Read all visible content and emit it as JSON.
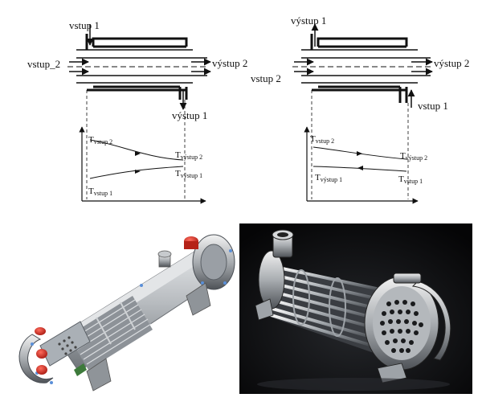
{
  "labels": {
    "left": {
      "vstup1": "vstup 1",
      "vstup2": "vstup_2",
      "vystup2": "výstup 2",
      "vystup1": "výstup 1"
    },
    "right": {
      "vystup1": "výstup 1",
      "vstup2": "vstup 2",
      "vystup2": "výstup 2",
      "vstup1": "vstup 1"
    }
  },
  "graphs": {
    "left": {
      "t_in2": {
        "sym": "T",
        "sub": "vstup 2"
      },
      "t_out2": {
        "sym": "T",
        "sub": "výstup 2"
      },
      "t_out1": {
        "sym": "T",
        "sub": "výstup 1"
      },
      "t_in1": {
        "sym": "T",
        "sub": "vstup 1"
      }
    },
    "right": {
      "t_in2": {
        "sym": "T",
        "sub": "vstup 2"
      },
      "t_out2": {
        "sym": "T",
        "sub": "výstup 2"
      },
      "t_out1": {
        "sym": "T",
        "sub": "výstup 1"
      },
      "t_in1": {
        "sym": "T",
        "sub": "vstup 1"
      }
    }
  },
  "colors": {
    "ink": "#111111",
    "photo_bg": "#0b0b0d",
    "steel": "#b9bcc0",
    "accent_red": "#d62a1f",
    "accent_blue": "#5a8fd8"
  }
}
